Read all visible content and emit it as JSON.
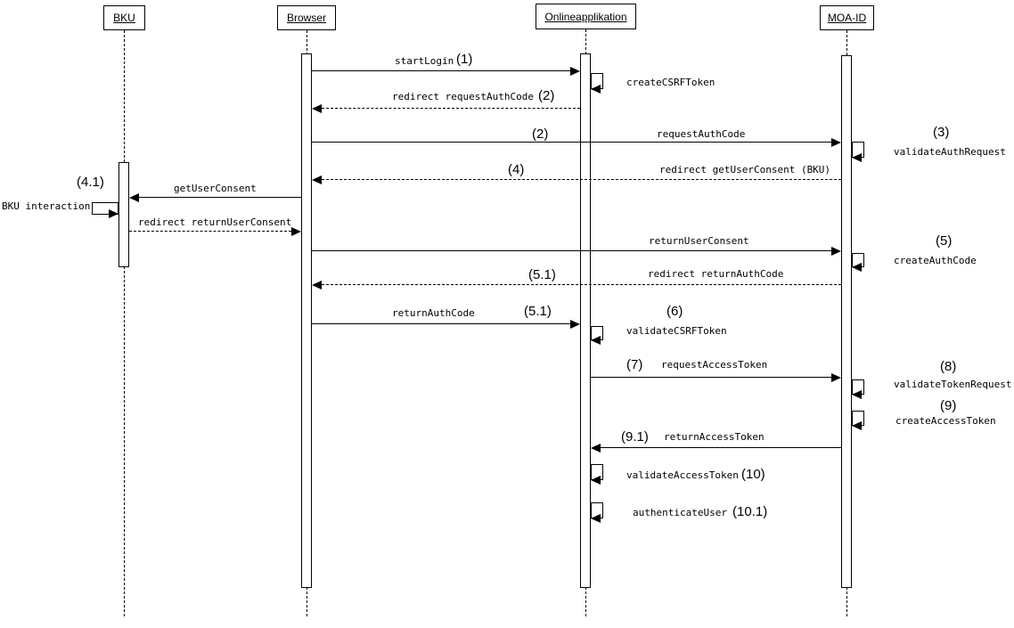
{
  "actors": [
    {
      "name": "BKU"
    },
    {
      "name": "Browser"
    },
    {
      "name": "Onlineapplikation"
    },
    {
      "name": "MOA-ID"
    }
  ],
  "messages": [
    {
      "seq": "(1)",
      "label": "startLogin",
      "from": "Browser",
      "to": "Onlineapplikation",
      "kind": "call"
    },
    {
      "seq": "",
      "label": "createCSRFToken",
      "from": "Onlineapplikation",
      "to": "Onlineapplikation",
      "kind": "self"
    },
    {
      "seq": "(2)",
      "label": "redirect requestAuthCode",
      "from": "Onlineapplikation",
      "to": "Browser",
      "kind": "redirect"
    },
    {
      "seq": "(2)",
      "label": "requestAuthCode",
      "from": "Browser",
      "to": "MOA-ID",
      "kind": "call"
    },
    {
      "seq": "(3)",
      "label": "validateAuthRequest",
      "from": "MOA-ID",
      "to": "MOA-ID",
      "kind": "self"
    },
    {
      "seq": "(4)",
      "label": "redirect getUserConsent (BKU)",
      "from": "MOA-ID",
      "to": "Browser",
      "kind": "redirect"
    },
    {
      "seq": "",
      "label": "getUserConsent",
      "from": "Browser",
      "to": "BKU",
      "kind": "call"
    },
    {
      "seq": "(4.1)",
      "label": "BKU interaction",
      "from": "BKU",
      "to": "BKU",
      "kind": "self"
    },
    {
      "seq": "",
      "label": "redirect returnUserConsent",
      "from": "BKU",
      "to": "Browser",
      "kind": "redirect"
    },
    {
      "seq": "(5)",
      "label": "returnUserConsent",
      "from": "Browser",
      "to": "MOA-ID",
      "kind": "call"
    },
    {
      "seq": "",
      "label": "createAuthCode",
      "from": "MOA-ID",
      "to": "MOA-ID",
      "kind": "self"
    },
    {
      "seq": "(5.1)",
      "label": "redirect returnAuthCode",
      "from": "MOA-ID",
      "to": "Browser",
      "kind": "redirect"
    },
    {
      "seq": "(5.1)",
      "label": "returnAuthCode",
      "from": "Browser",
      "to": "Onlineapplikation",
      "kind": "call"
    },
    {
      "seq": "(6)",
      "label": "validateCSRFToken",
      "from": "Onlineapplikation",
      "to": "Onlineapplikation",
      "kind": "self"
    },
    {
      "seq": "(7)",
      "label": "requestAccessToken",
      "from": "Onlineapplikation",
      "to": "MOA-ID",
      "kind": "call"
    },
    {
      "seq": "(8)",
      "label": "validateTokenRequest",
      "from": "MOA-ID",
      "to": "MOA-ID",
      "kind": "self"
    },
    {
      "seq": "(9)",
      "label": "createAccessToken",
      "from": "MOA-ID",
      "to": "MOA-ID",
      "kind": "self"
    },
    {
      "seq": "(9.1)",
      "label": "returnAccessToken",
      "from": "MOA-ID",
      "to": "Onlineapplikation",
      "kind": "call"
    },
    {
      "seq": "(10)",
      "label": "validateAccessToken",
      "from": "Onlineapplikation",
      "to": "Onlineapplikation",
      "kind": "self"
    },
    {
      "seq": "(10.1)",
      "label": "authenticateUser",
      "from": "Onlineapplikation",
      "to": "Onlineapplikation",
      "kind": "self"
    }
  ],
  "colors": {
    "line": "#000000",
    "background": "#ffffff"
  }
}
